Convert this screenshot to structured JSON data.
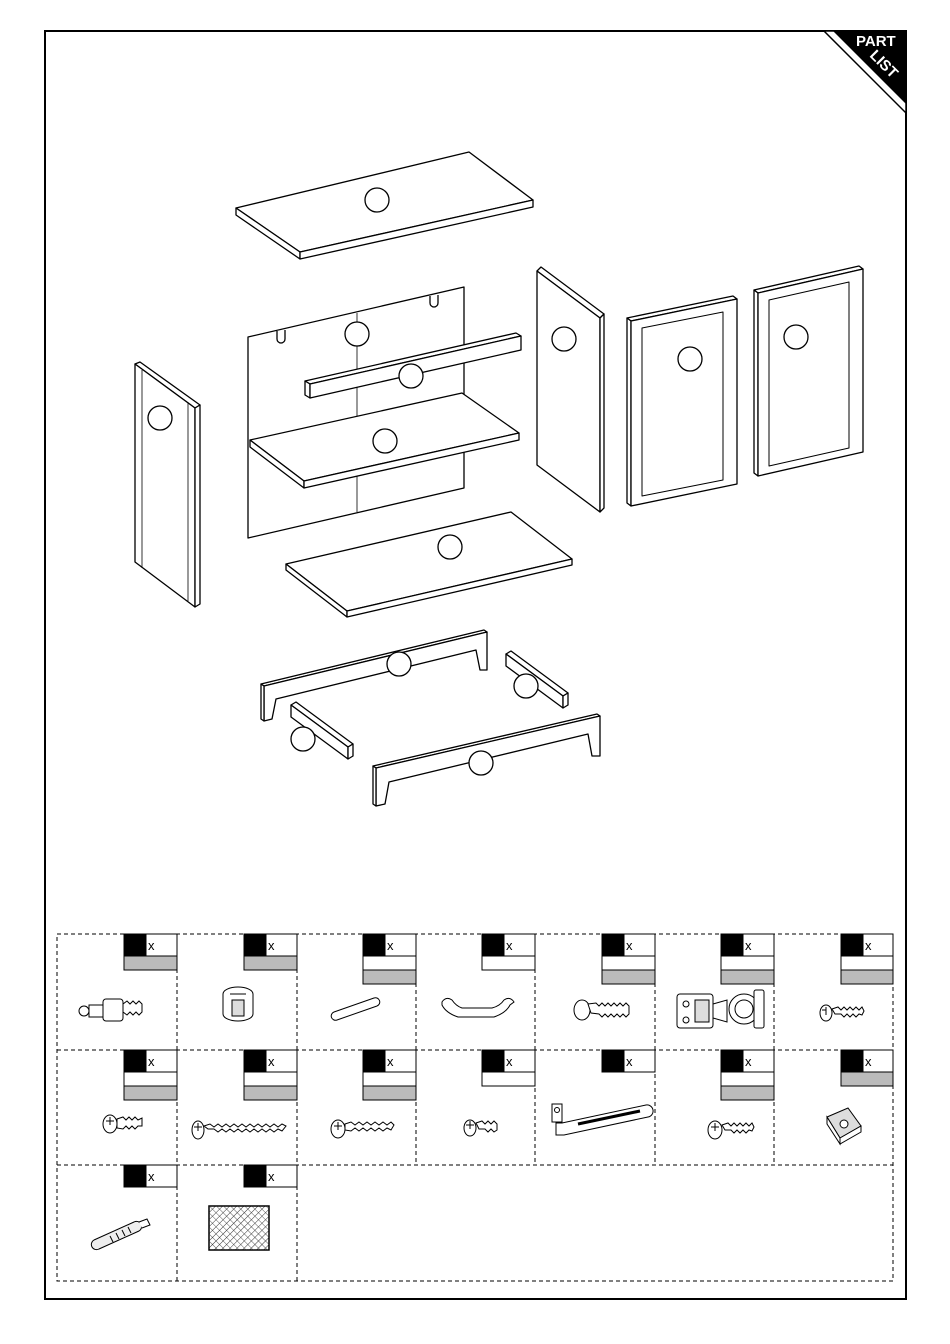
{
  "corner_banner": {
    "line1": "PART",
    "line2": "LIST"
  },
  "hardware": {
    "qty_mark": "x",
    "items": [
      {
        "icon": "cam-bolt-icon"
      },
      {
        "icon": "cam-lock-icon"
      },
      {
        "icon": "wooden-dowel-icon"
      },
      {
        "icon": "bow-handle-icon"
      },
      {
        "icon": "handle-bolt-icon"
      },
      {
        "icon": "cabinet-hinge-icon"
      },
      {
        "icon": "short-wood-screw-icon"
      },
      {
        "icon": "wood-screw-icon"
      },
      {
        "icon": "long-wood-screw-icon"
      },
      {
        "icon": "medium-wood-screw-icon"
      },
      {
        "icon": "small-screw-icon"
      },
      {
        "icon": "adjustable-bracket-icon"
      },
      {
        "icon": "wood-screw-icon"
      },
      {
        "icon": "corner-block-icon"
      },
      {
        "icon": "wall-plug-icon"
      },
      {
        "icon": "felt-pad-icon"
      }
    ]
  }
}
